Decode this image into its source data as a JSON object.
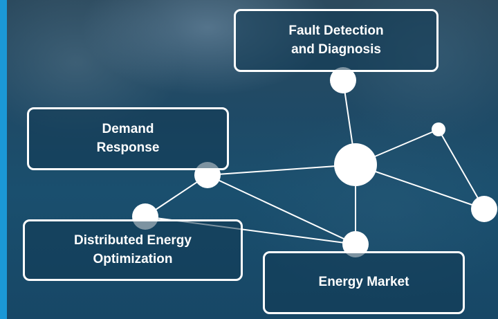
{
  "diagram": {
    "colors": {
      "accent": "#1b98d6",
      "node": "#ffffff",
      "edge": "#ffffff"
    },
    "boxes": {
      "fault_detection": "Fault Detection\nand Diagnosis",
      "demand_response": "Demand\nResponse",
      "distributed_energy": "Distributed Energy\nOptimization",
      "energy_market": "Energy Market"
    },
    "node_ids": [
      "hub",
      "fault",
      "demand",
      "der",
      "market",
      "right-top",
      "right-bottom"
    ],
    "edges": [
      [
        "fault",
        "hub"
      ],
      [
        "demand",
        "hub"
      ],
      [
        "demand",
        "der"
      ],
      [
        "demand",
        "market"
      ],
      [
        "der",
        "market"
      ],
      [
        "hub",
        "market"
      ],
      [
        "hub",
        "right-top"
      ],
      [
        "hub",
        "right-bottom"
      ],
      [
        "right-top",
        "right-bottom"
      ]
    ]
  }
}
